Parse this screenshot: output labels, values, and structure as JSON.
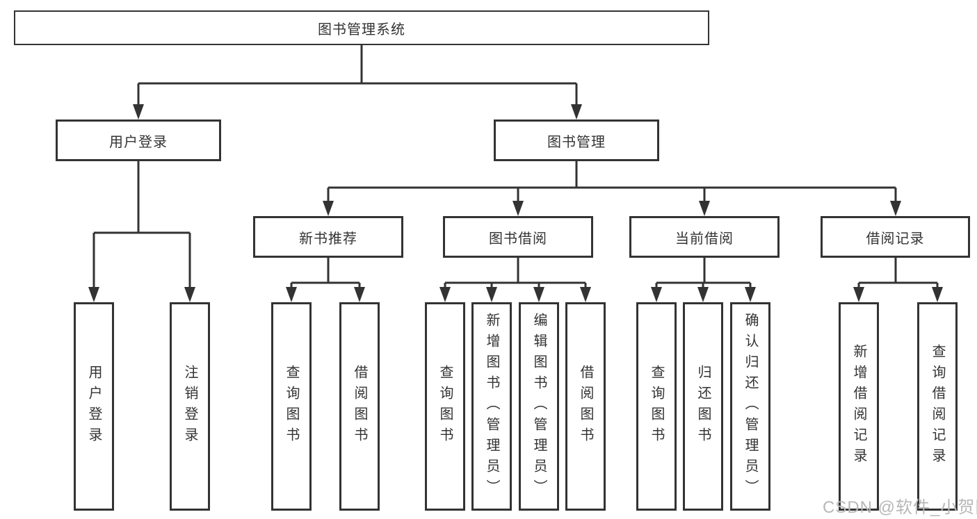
{
  "diagram": {
    "root": {
      "label": "图书管理系统"
    },
    "level2": [
      {
        "label": "用户登录"
      },
      {
        "label": "图书管理"
      }
    ],
    "level3": [
      {
        "label": "新书推荐"
      },
      {
        "label": "图书借阅"
      },
      {
        "label": "当前借阅"
      },
      {
        "label": "借阅记录"
      }
    ],
    "leaves": [
      "用户登录",
      "注销登录",
      "查询图书",
      "借阅图书",
      "查询图书",
      "新增图书（管理员）",
      "编辑图书（管理员）",
      "借阅图书",
      "查询图书",
      "归还图书",
      "确认归还（管理员）",
      "新增借阅记录",
      "查询借阅记录"
    ]
  },
  "watermark": "CSDN @软件_小贺同学",
  "colors": {
    "line": "#333333",
    "text": "#333333",
    "watermark": "#b7b7b7",
    "background": "#ffffff"
  }
}
